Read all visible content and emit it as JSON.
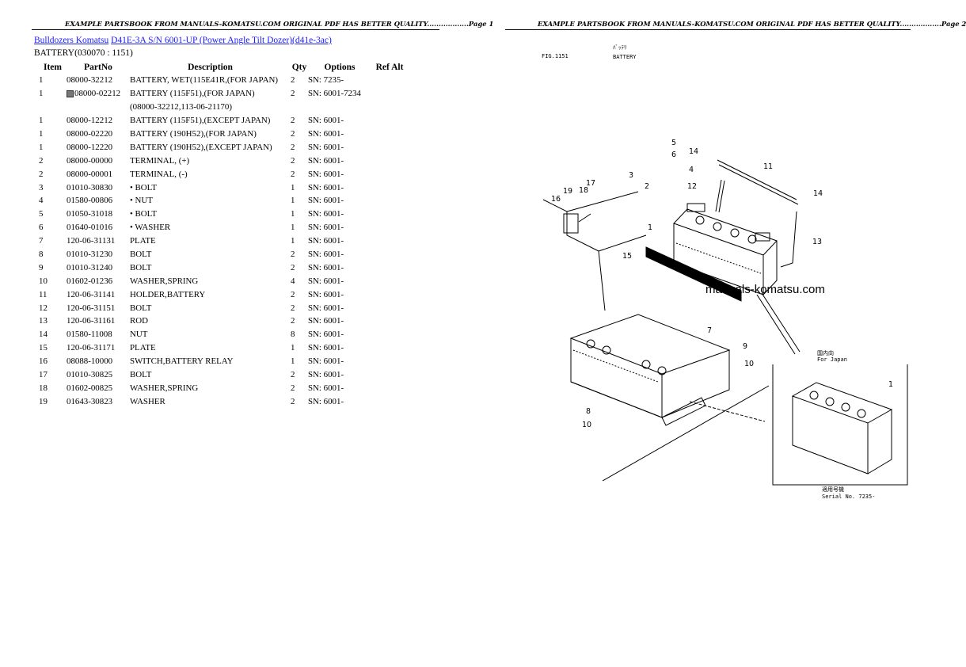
{
  "header": {
    "left_text": "EXAMPLE PARTSBOOK FROM MANUALS-KOMATSU.COM ORIGINAL PDF HAS BETTER QUALITY..................Page 1",
    "right_text": "EXAMPLE PARTSBOOK FROM MANUALS-KOMATSU.COM ORIGINAL PDF HAS BETTER QUALITY..................Page 2"
  },
  "breadcrumb": {
    "link1": "Bulldozers Komatsu",
    "link2": "D41E-3A S/N 6001-UP (Power Angle Tilt Dozer)(d41e-3ac)"
  },
  "subtitle": "BATTERY(030070 : 1151)",
  "table": {
    "headers": [
      "Item",
      "PartNo",
      "Description",
      "Qty",
      "Options",
      "Ref Alt"
    ],
    "rows": [
      {
        "item": "1",
        "part": "08000-32212",
        "desc": "BATTERY, WET(115E41R,(FOR JAPAN)",
        "qty": "2",
        "opt": "SN: 7235-",
        "ref": ""
      },
      {
        "item": "1",
        "part": "08000-02212",
        "desc": "BATTERY (115F51),(FOR JAPAN)",
        "qty": "2",
        "opt": "SN: 6001-7234",
        "ref": ""
      },
      {
        "item": "",
        "part": "",
        "desc": "(08000-32212,113-06-21170)",
        "qty": "",
        "opt": "",
        "ref": ""
      },
      {
        "item": "1",
        "part": "08000-12212",
        "desc": "BATTERY (115F51),(EXCEPT JAPAN)",
        "qty": "2",
        "opt": "SN: 6001-",
        "ref": ""
      },
      {
        "item": "1",
        "part": "08000-02220",
        "desc": "BATTERY (190H52),(FOR JAPAN)",
        "qty": "2",
        "opt": "SN: 6001-",
        "ref": ""
      },
      {
        "item": "1",
        "part": "08000-12220",
        "desc": "BATTERY (190H52),(EXCEPT JAPAN)",
        "qty": "2",
        "opt": "SN: 6001-",
        "ref": ""
      },
      {
        "item": "2",
        "part": "08000-00000",
        "desc": "TERMINAL, (+)",
        "qty": "2",
        "opt": "SN: 6001-",
        "ref": ""
      },
      {
        "item": "2",
        "part": "08000-00001",
        "desc": "TERMINAL, (-)",
        "qty": "2",
        "opt": "SN: 6001-",
        "ref": ""
      },
      {
        "item": "3",
        "part": "01010-30830",
        "desc": "• BOLT",
        "qty": "1",
        "opt": "SN: 6001-",
        "ref": ""
      },
      {
        "item": "4",
        "part": "01580-00806",
        "desc": "• NUT",
        "qty": "1",
        "opt": "SN: 6001-",
        "ref": ""
      },
      {
        "item": "5",
        "part": "01050-31018",
        "desc": "• BOLT",
        "qty": "1",
        "opt": "SN: 6001-",
        "ref": ""
      },
      {
        "item": "6",
        "part": "01640-01016",
        "desc": "• WASHER",
        "qty": "1",
        "opt": "SN: 6001-",
        "ref": ""
      },
      {
        "item": "7",
        "part": "120-06-31131",
        "desc": "PLATE",
        "qty": "1",
        "opt": "SN: 6001-",
        "ref": ""
      },
      {
        "item": "8",
        "part": "01010-31230",
        "desc": "BOLT",
        "qty": "2",
        "opt": "SN: 6001-",
        "ref": ""
      },
      {
        "item": "9",
        "part": "01010-31240",
        "desc": "BOLT",
        "qty": "2",
        "opt": "SN: 6001-",
        "ref": ""
      },
      {
        "item": "10",
        "part": "01602-01236",
        "desc": "WASHER,SPRING",
        "qty": "4",
        "opt": "SN: 6001-",
        "ref": ""
      },
      {
        "item": "11",
        "part": "120-06-31141",
        "desc": "HOLDER,BATTERY",
        "qty": "2",
        "opt": "SN: 6001-",
        "ref": ""
      },
      {
        "item": "12",
        "part": "120-06-31151",
        "desc": "BOLT",
        "qty": "2",
        "opt": "SN: 6001-",
        "ref": ""
      },
      {
        "item": "13",
        "part": "120-06-31161",
        "desc": "ROD",
        "qty": "2",
        "opt": "SN: 6001-",
        "ref": ""
      },
      {
        "item": "14",
        "part": "01580-11008",
        "desc": "NUT",
        "qty": "8",
        "opt": "SN: 6001-",
        "ref": ""
      },
      {
        "item": "15",
        "part": "120-06-31171",
        "desc": "PLATE",
        "qty": "1",
        "opt": "SN: 6001-",
        "ref": ""
      },
      {
        "item": "16",
        "part": "08088-10000",
        "desc": "SWITCH,BATTERY RELAY",
        "qty": "1",
        "opt": "SN: 6001-",
        "ref": ""
      },
      {
        "item": "17",
        "part": "01010-30825",
        "desc": "BOLT",
        "qty": "2",
        "opt": "SN: 6001-",
        "ref": ""
      },
      {
        "item": "18",
        "part": "01602-00825",
        "desc": "WASHER,SPRING",
        "qty": "2",
        "opt": "SN: 6001-",
        "ref": ""
      },
      {
        "item": "19",
        "part": "01643-30823",
        "desc": "WASHER",
        "qty": "2",
        "opt": "SN: 6001-",
        "ref": ""
      }
    ]
  },
  "figure": {
    "fig_label": "FIG.1151",
    "jp_label": "ﾊﾞｯﾃﾘ",
    "battery_label": "BATTERY",
    "watermark": "manuals-komatsu.com",
    "for_japan": "For Japan",
    "jp_for_japan": "国内向",
    "jp_serial": "適用号機",
    "serial_no": "Serial No. 7235-",
    "callouts": [
      "1",
      "2",
      "3",
      "4",
      "5",
      "6",
      "7",
      "8",
      "9",
      "10",
      "11",
      "12",
      "13",
      "14",
      "15",
      "16",
      "17",
      "18",
      "19"
    ]
  },
  "colors": {
    "link": "#1a1aff",
    "text": "#000000"
  }
}
